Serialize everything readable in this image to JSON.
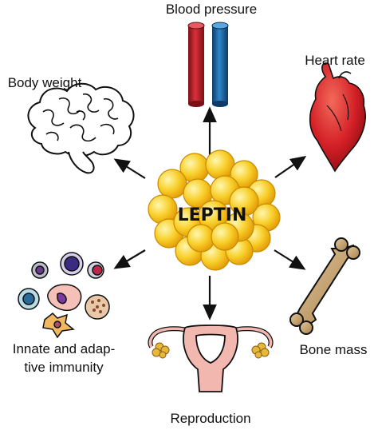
{
  "center": {
    "label": "LEPTIN"
  },
  "targets": {
    "blood_pressure": "Blood pressure",
    "heart_rate": "Heart rate",
    "body_weight": "Body weight",
    "bone_mass": "Bone mass",
    "immunity_line1": "Innate and adap-",
    "immunity_line2": "tive immunity",
    "reproduction": "Reproduction"
  },
  "colors": {
    "fat_cell": "#f6c21c",
    "fat_cell_outline": "#c98a00",
    "artery": "#c4212c",
    "vein": "#1e6fb0",
    "heart": "#d42027",
    "bone": "#c8a578",
    "uterus": "#f2b8b0",
    "ovary": "#e6b83a"
  },
  "icons": [
    "blood-vessels-icon",
    "heart-icon",
    "brain-icon",
    "bone-icon",
    "immune-cells-icon",
    "uterus-icon",
    "fat-cells-icon"
  ]
}
